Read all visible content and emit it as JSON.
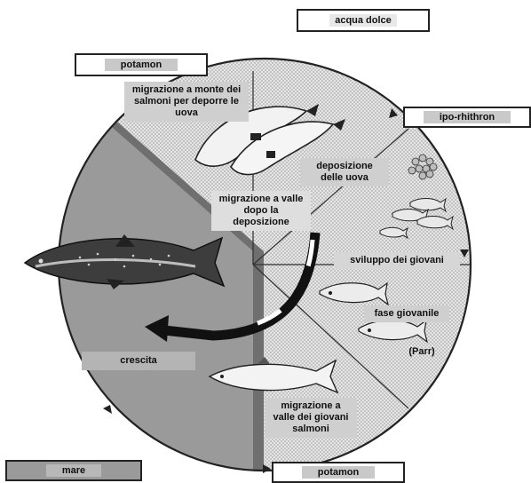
{
  "labels": {
    "acqua_dolce": "acqua dolce",
    "potamon_top": "potamon",
    "ipo_rhithron": "ipo-rhithron",
    "migrazione_monte": "migrazione a monte dei salmoni per deporre le uova",
    "deposizione_uova": "deposizione delle uova",
    "migrazione_valle_deposizione": "migrazione a valle dopo la deposizione",
    "sviluppo_giovani": "sviluppo dei giovani",
    "fase_giovanile": "fase giovanile",
    "parr": "(Parr)",
    "crescita": "crescita",
    "migrazione_valle_giovani": "migrazione a valle dei giovani salmoni",
    "mare": "mare",
    "potamon_bottom": "potamon"
  },
  "colors": {
    "sea": "#9a9a9a",
    "sea_edge": "#7d7d7d",
    "freshwater": "#e4e4e4",
    "label_bg": "#cfcfcf",
    "outline": "#222222"
  }
}
